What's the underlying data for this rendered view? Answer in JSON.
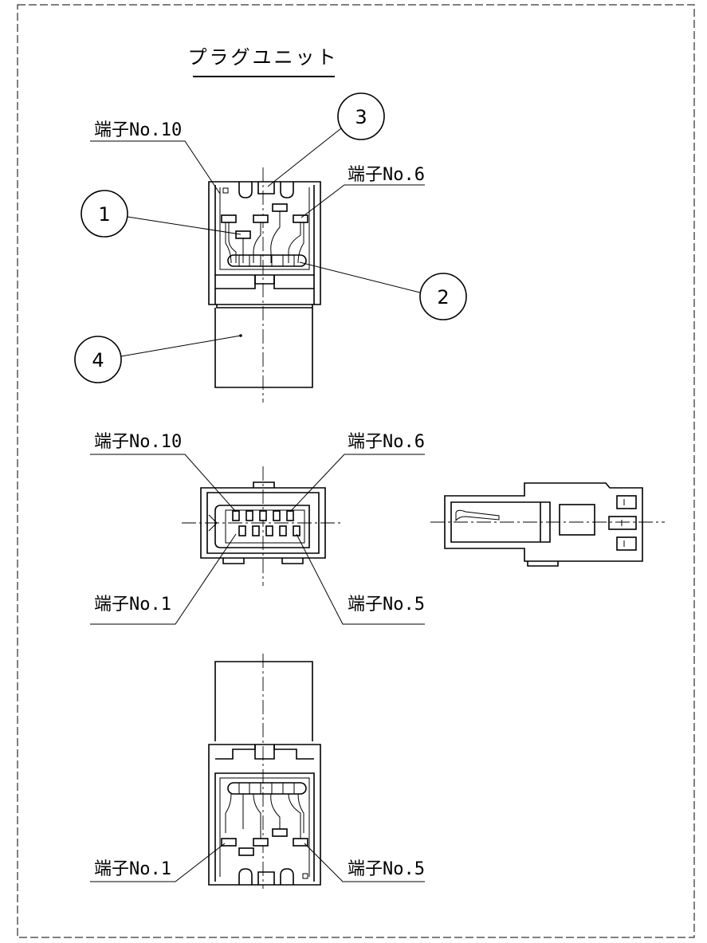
{
  "drawing": {
    "title": "プラグユニット",
    "balloons": [
      "1",
      "2",
      "3",
      "4"
    ],
    "top_view": {
      "label_left": "端子No.10",
      "label_right": "端子No.6"
    },
    "front_view": {
      "label_top_left": "端子No.10",
      "label_top_right": "端子No.6",
      "label_bottom_left": "端子No.1",
      "label_bottom_right": "端子No.5"
    },
    "bottom_view": {
      "label_left": "端子No.1",
      "label_right": "端子No.5"
    }
  }
}
